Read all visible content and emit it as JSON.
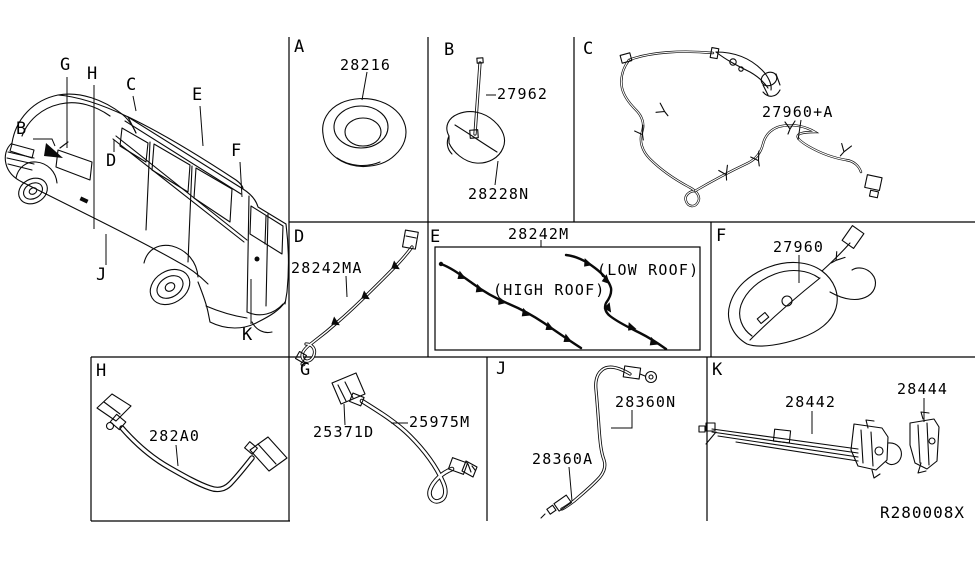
{
  "drawing": {
    "ref_code": "R280008X",
    "vehicle_callouts": {
      "g": "G",
      "h": "H",
      "c": "C",
      "e": "E",
      "b": "B",
      "d": "D",
      "f": "F",
      "j": "J",
      "k": "K"
    },
    "sections": {
      "a": {
        "letter": "A",
        "parts": {
          "grommet": "28216"
        }
      },
      "b": {
        "letter": "B",
        "parts": {
          "rod": "27962",
          "base": "28228N"
        }
      },
      "c": {
        "letter": "C",
        "parts": {
          "feeder": "27960+A"
        }
      },
      "d": {
        "letter": "D",
        "parts": {
          "cable": "28242MA"
        }
      },
      "e": {
        "letter": "E",
        "parts": {
          "cable": "28242M"
        },
        "notes": {
          "high_roof": "(HIGH ROOF)",
          "low_roof": "(LOW ROOF)"
        }
      },
      "f": {
        "letter": "F",
        "parts": {
          "antenna": "27960"
        }
      },
      "h": {
        "letter": "H",
        "parts": {
          "cable": "282A0"
        }
      },
      "g": {
        "letter": "G",
        "parts": {
          "connector": "25371D",
          "cable": "25975M"
        }
      },
      "j": {
        "letter": "J",
        "parts": {
          "cable": "28360N",
          "end": "28360A"
        }
      },
      "k": {
        "letter": "K",
        "parts": {
          "rod": "28442",
          "bracket": "28444"
        }
      }
    }
  }
}
